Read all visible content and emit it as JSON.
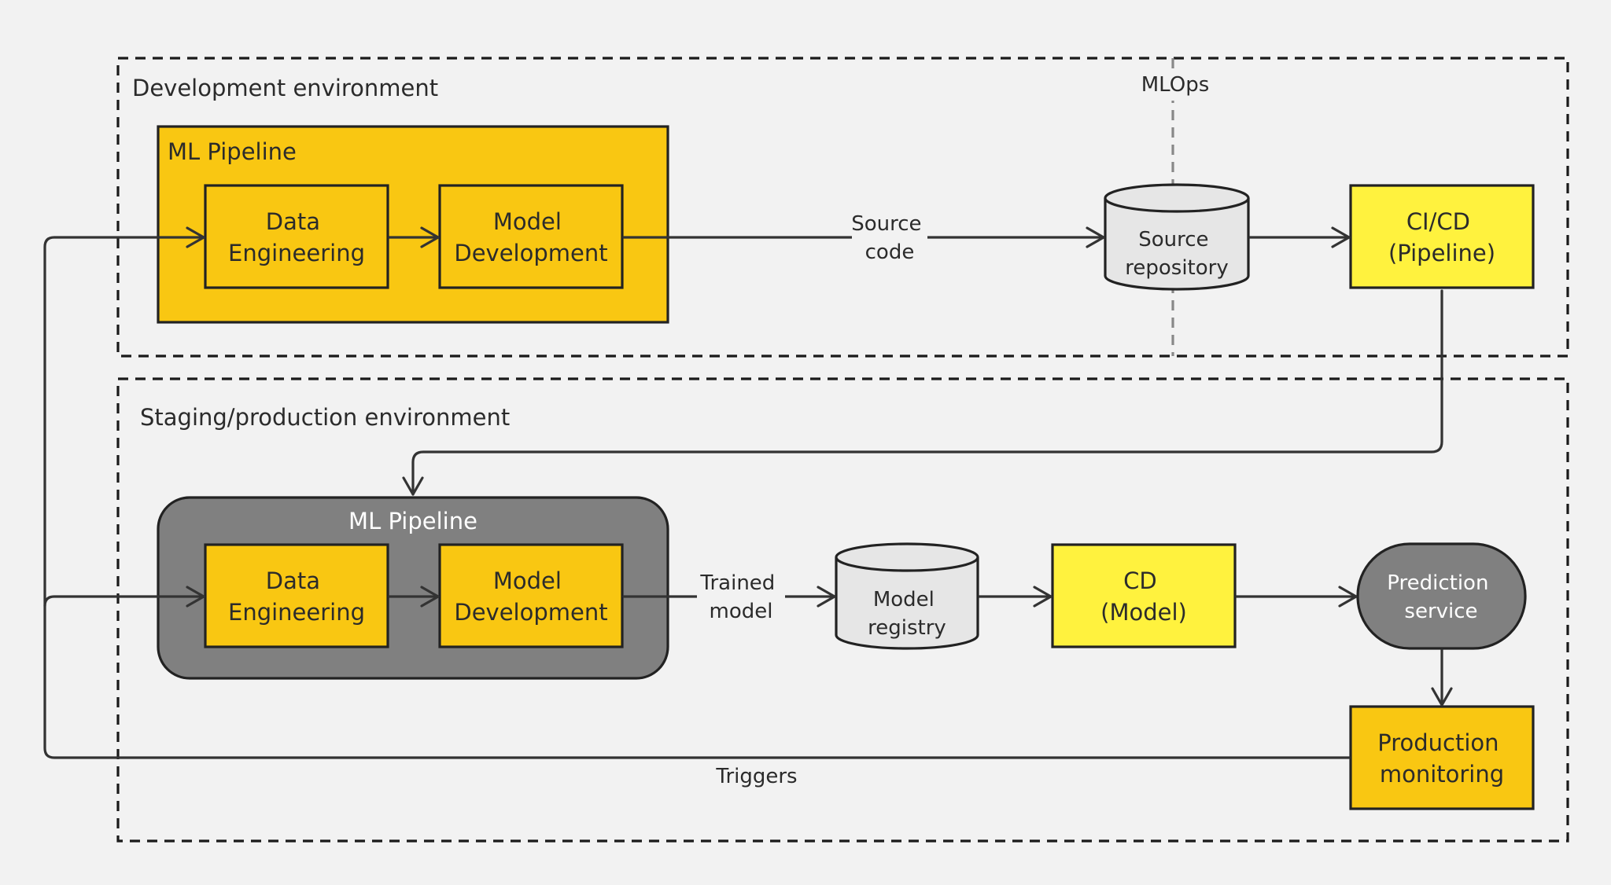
{
  "colors": {
    "background": "#f2f2f2",
    "orange": "#f9c712",
    "yellow": "#fff23e",
    "gray": "#808080",
    "cylinder": "#e6e6e6",
    "line": "#333333"
  },
  "environments": {
    "development": {
      "label": "Development environment"
    },
    "staging": {
      "label": "Staging/production environment"
    }
  },
  "mlops_label": "MLOps",
  "dev_pipeline": {
    "title": "ML Pipeline",
    "data_engineering": [
      "Data",
      "Engineering"
    ],
    "model_development": [
      "Model",
      "Development"
    ]
  },
  "prod_pipeline": {
    "title": "ML Pipeline",
    "data_engineering": [
      "Data",
      "Engineering"
    ],
    "model_development": [
      "Model",
      "Development"
    ]
  },
  "nodes": {
    "source_repository": [
      "Source",
      "repository"
    ],
    "cicd": [
      "CI/CD",
      "(Pipeline)"
    ],
    "model_registry": [
      "Model",
      "registry"
    ],
    "cd_model": [
      "CD",
      "(Model)"
    ],
    "prediction_service": [
      "Prediction",
      "service"
    ],
    "production_monitoring": [
      "Production",
      "monitoring"
    ]
  },
  "edges": {
    "source_code": [
      "Source",
      "code"
    ],
    "trained_model": [
      "Trained",
      "model"
    ],
    "triggers": "Triggers"
  }
}
